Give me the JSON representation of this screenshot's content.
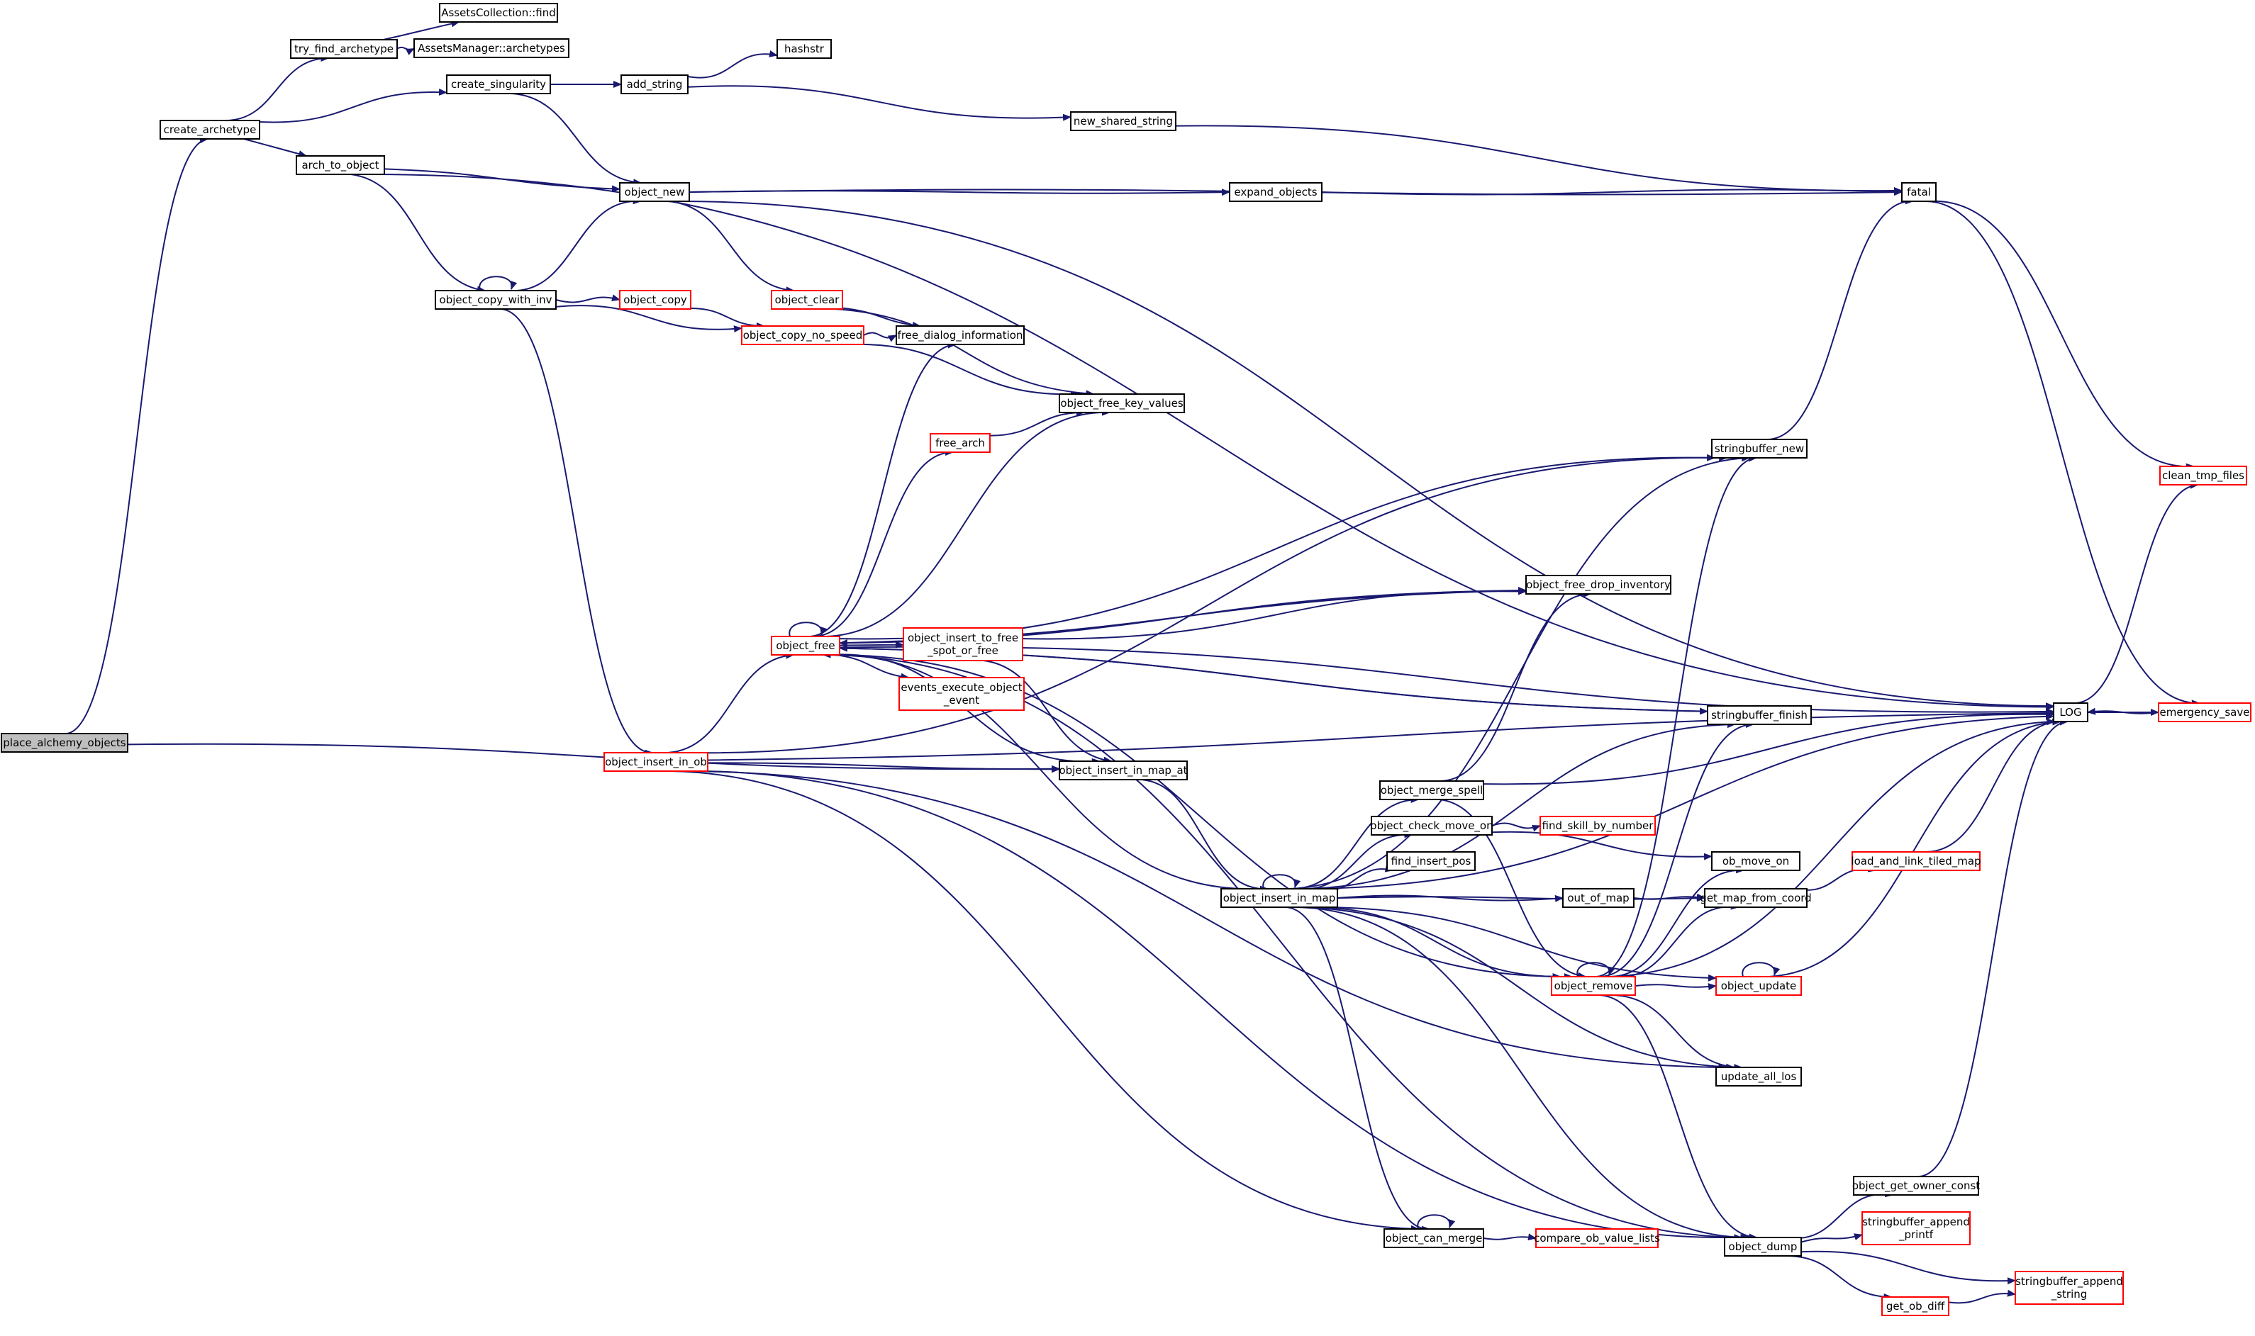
{
  "diagram": {
    "edge_color": "#191970",
    "focus_fill": "#bfbfbf",
    "link_border": "#ff0000",
    "nodes": [
      {
        "id": "place_alchemy_objects",
        "lines": [
          "place_alchemy_objects"
        ],
        "focus": true
      },
      {
        "id": "create_archetype",
        "lines": [
          "create_archetype"
        ]
      },
      {
        "id": "try_find_archetype",
        "lines": [
          "try_find_archetype"
        ]
      },
      {
        "id": "AssetsCollection_find",
        "lines": [
          "AssetsCollection::find"
        ]
      },
      {
        "id": "AssetsManager_archetypes",
        "lines": [
          "AssetsManager::archetypes"
        ]
      },
      {
        "id": "create_singularity",
        "lines": [
          "create_singularity"
        ]
      },
      {
        "id": "add_string",
        "lines": [
          "add_string"
        ]
      },
      {
        "id": "hashstr",
        "lines": [
          "hashstr"
        ]
      },
      {
        "id": "new_shared_string",
        "lines": [
          "new_shared_string"
        ]
      },
      {
        "id": "arch_to_object",
        "lines": [
          "arch_to_object"
        ]
      },
      {
        "id": "object_new",
        "lines": [
          "object_new"
        ]
      },
      {
        "id": "expand_objects",
        "lines": [
          "expand_objects"
        ]
      },
      {
        "id": "fatal",
        "lines": [
          "fatal"
        ]
      },
      {
        "id": "object_copy_with_inv",
        "lines": [
          "object_copy_with_inv"
        ]
      },
      {
        "id": "object_copy",
        "lines": [
          "object_copy"
        ],
        "red": true
      },
      {
        "id": "object_clear",
        "lines": [
          "object_clear"
        ],
        "red": true
      },
      {
        "id": "object_copy_no_speed",
        "lines": [
          "object_copy_no_speed"
        ],
        "red": true
      },
      {
        "id": "free_dialog_information",
        "lines": [
          "free_dialog_information"
        ]
      },
      {
        "id": "object_free_key_values",
        "lines": [
          "object_free_key_values"
        ]
      },
      {
        "id": "free_arch",
        "lines": [
          "free_arch"
        ],
        "red": true
      },
      {
        "id": "stringbuffer_new",
        "lines": [
          "stringbuffer_new"
        ]
      },
      {
        "id": "clean_tmp_files",
        "lines": [
          "clean_tmp_files"
        ],
        "red": true
      },
      {
        "id": "object_free_drop_inventory",
        "lines": [
          "object_free_drop_inventory"
        ]
      },
      {
        "id": "object_free",
        "lines": [
          "object_free"
        ],
        "red": true
      },
      {
        "id": "object_insert_to_free_spot_or_free",
        "lines": [
          "object_insert_to_free",
          "_spot_or_free"
        ],
        "red": true
      },
      {
        "id": "events_execute_object_event",
        "lines": [
          "events_execute_object",
          "_event"
        ],
        "red": true
      },
      {
        "id": "stringbuffer_finish",
        "lines": [
          "stringbuffer_finish"
        ]
      },
      {
        "id": "LOG",
        "lines": [
          "LOG"
        ]
      },
      {
        "id": "emergency_save",
        "lines": [
          "emergency_save"
        ],
        "red": true
      },
      {
        "id": "object_insert_in_ob",
        "lines": [
          "object_insert_in_ob"
        ],
        "red": true
      },
      {
        "id": "object_insert_in_map_at",
        "lines": [
          "object_insert_in_map_at"
        ]
      },
      {
        "id": "object_merge_spell",
        "lines": [
          "object_merge_spell"
        ]
      },
      {
        "id": "object_check_move_on",
        "lines": [
          "object_check_move_on"
        ]
      },
      {
        "id": "find_skill_by_number",
        "lines": [
          "find_skill_by_number"
        ],
        "red": true
      },
      {
        "id": "find_insert_pos",
        "lines": [
          "find_insert_pos"
        ]
      },
      {
        "id": "ob_move_on",
        "lines": [
          "ob_move_on"
        ]
      },
      {
        "id": "load_and_link_tiled_map",
        "lines": [
          "load_and_link_tiled_map"
        ],
        "red": true
      },
      {
        "id": "object_insert_in_map",
        "lines": [
          "object_insert_in_map"
        ]
      },
      {
        "id": "out_of_map",
        "lines": [
          "out_of_map"
        ]
      },
      {
        "id": "get_map_from_coord",
        "lines": [
          "get_map_from_coord"
        ]
      },
      {
        "id": "object_remove",
        "lines": [
          "object_remove"
        ],
        "red": true
      },
      {
        "id": "object_update",
        "lines": [
          "object_update"
        ],
        "red": true
      },
      {
        "id": "update_all_los",
        "lines": [
          "update_all_los"
        ]
      },
      {
        "id": "object_get_owner_const",
        "lines": [
          "object_get_owner_const"
        ]
      },
      {
        "id": "stringbuffer_append_printf",
        "lines": [
          "stringbuffer_append",
          "_printf"
        ],
        "red": true
      },
      {
        "id": "object_can_merge",
        "lines": [
          "object_can_merge"
        ]
      },
      {
        "id": "compare_ob_value_lists",
        "lines": [
          "compare_ob_value_lists"
        ],
        "red": true
      },
      {
        "id": "object_dump",
        "lines": [
          "object_dump"
        ]
      },
      {
        "id": "stringbuffer_append_string",
        "lines": [
          "stringbuffer_append",
          "_string"
        ],
        "red": true
      },
      {
        "id": "get_ob_diff",
        "lines": [
          "get_ob_diff"
        ],
        "red": true
      }
    ],
    "edges": [
      [
        "place_alchemy_objects",
        "create_archetype"
      ],
      [
        "place_alchemy_objects",
        "object_insert_in_map_at"
      ],
      [
        "create_archetype",
        "try_find_archetype"
      ],
      [
        "create_archetype",
        "create_singularity"
      ],
      [
        "create_archetype",
        "arch_to_object"
      ],
      [
        "try_find_archetype",
        "AssetsCollection_find"
      ],
      [
        "try_find_archetype",
        "AssetsManager_archetypes"
      ],
      [
        "create_singularity",
        "add_string"
      ],
      [
        "create_singularity",
        "object_new"
      ],
      [
        "add_string",
        "hashstr"
      ],
      [
        "add_string",
        "new_shared_string"
      ],
      [
        "new_shared_string",
        "fatal"
      ],
      [
        "arch_to_object",
        "LOG"
      ],
      [
        "arch_to_object",
        "object_new"
      ],
      [
        "arch_to_object",
        "object_copy_with_inv"
      ],
      [
        "object_new",
        "fatal"
      ],
      [
        "object_new",
        "expand_objects"
      ],
      [
        "object_new",
        "LOG"
      ],
      [
        "object_new",
        "object_clear"
      ],
      [
        "expand_objects",
        "fatal"
      ],
      [
        "fatal",
        "clean_tmp_files"
      ],
      [
        "fatal",
        "emergency_save"
      ],
      [
        "object_copy_with_inv",
        "object_copy_with_inv"
      ],
      [
        "object_copy_with_inv",
        "object_new"
      ],
      [
        "object_copy_with_inv",
        "object_copy"
      ],
      [
        "object_copy_with_inv",
        "object_copy_no_speed"
      ],
      [
        "object_copy_with_inv",
        "object_insert_in_ob"
      ],
      [
        "object_copy",
        "object_copy_no_speed"
      ],
      [
        "object_clear",
        "free_dialog_information"
      ],
      [
        "object_clear",
        "object_free_key_values"
      ],
      [
        "object_copy_no_speed",
        "free_dialog_information"
      ],
      [
        "object_copy_no_speed",
        "object_free_key_values"
      ],
      [
        "free_arch",
        "object_free_key_values"
      ],
      [
        "stringbuffer_new",
        "fatal"
      ],
      [
        "object_free_drop_inventory",
        "object_free"
      ],
      [
        "object_free",
        "object_free"
      ],
      [
        "object_free",
        "free_dialog_information"
      ],
      [
        "object_free",
        "free_arch"
      ],
      [
        "object_free",
        "object_free_key_values"
      ],
      [
        "object_free",
        "stringbuffer_new"
      ],
      [
        "object_free",
        "LOG"
      ],
      [
        "object_free",
        "object_free_drop_inventory"
      ],
      [
        "object_free",
        "object_insert_to_free_spot_or_free"
      ],
      [
        "object_free",
        "events_execute_object_event"
      ],
      [
        "object_free",
        "stringbuffer_finish"
      ],
      [
        "object_free",
        "object_insert_in_map_at"
      ],
      [
        "object_free",
        "object_remove"
      ],
      [
        "object_free",
        "object_dump"
      ],
      [
        "object_insert_to_free_spot_or_free",
        "object_free_drop_inventory"
      ],
      [
        "object_insert_to_free_spot_or_free",
        "object_insert_in_map_at"
      ],
      [
        "stringbuffer_finish",
        "object_free"
      ],
      [
        "LOG",
        "clean_tmp_files"
      ],
      [
        "LOG",
        "emergency_save"
      ],
      [
        "emergency_save",
        "LOG"
      ],
      [
        "object_insert_in_ob",
        "stringbuffer_new"
      ],
      [
        "object_insert_in_ob",
        "LOG"
      ],
      [
        "object_insert_in_ob",
        "object_free"
      ],
      [
        "object_insert_in_ob",
        "object_insert_in_map_at"
      ],
      [
        "object_insert_in_ob",
        "update_all_los"
      ],
      [
        "object_insert_in_ob",
        "object_can_merge"
      ],
      [
        "object_insert_in_ob",
        "object_dump"
      ],
      [
        "object_insert_in_map_at",
        "object_insert_in_map"
      ],
      [
        "object_merge_spell",
        "object_free_drop_inventory"
      ],
      [
        "object_merge_spell",
        "LOG"
      ],
      [
        "object_merge_spell",
        "object_remove"
      ],
      [
        "object_check_move_on",
        "find_skill_by_number"
      ],
      [
        "object_check_move_on",
        "ob_move_on"
      ],
      [
        "load_and_link_tiled_map",
        "LOG"
      ],
      [
        "object_insert_in_map",
        "object_insert_in_map"
      ],
      [
        "object_insert_in_map",
        "object_free"
      ],
      [
        "object_insert_in_map",
        "stringbuffer_new"
      ],
      [
        "object_insert_in_map",
        "stringbuffer_finish"
      ],
      [
        "object_insert_in_map",
        "object_merge_spell"
      ],
      [
        "object_insert_in_map",
        "object_check_move_on"
      ],
      [
        "object_insert_in_map",
        "find_insert_pos"
      ],
      [
        "object_insert_in_map",
        "out_of_map"
      ],
      [
        "object_insert_in_map",
        "get_map_from_coord"
      ],
      [
        "object_insert_in_map",
        "object_remove"
      ],
      [
        "object_insert_in_map",
        "object_update"
      ],
      [
        "object_insert_in_map",
        "update_all_los"
      ],
      [
        "object_insert_in_map",
        "LOG"
      ],
      [
        "object_insert_in_map",
        "object_can_merge"
      ],
      [
        "object_insert_in_map",
        "object_dump"
      ],
      [
        "out_of_map",
        "get_map_from_coord"
      ],
      [
        "get_map_from_coord",
        "load_and_link_tiled_map"
      ],
      [
        "object_remove",
        "object_remove"
      ],
      [
        "object_remove",
        "stringbuffer_new"
      ],
      [
        "object_remove",
        "stringbuffer_finish"
      ],
      [
        "object_remove",
        "ob_move_on"
      ],
      [
        "object_remove",
        "get_map_from_coord"
      ],
      [
        "object_remove",
        "LOG"
      ],
      [
        "object_remove",
        "object_update"
      ],
      [
        "object_remove",
        "update_all_los"
      ],
      [
        "object_remove",
        "object_dump"
      ],
      [
        "object_update",
        "object_update"
      ],
      [
        "object_update",
        "LOG"
      ],
      [
        "object_get_owner_const",
        "LOG"
      ],
      [
        "object_can_merge",
        "object_can_merge"
      ],
      [
        "object_can_merge",
        "compare_ob_value_lists"
      ],
      [
        "object_dump",
        "object_get_owner_const"
      ],
      [
        "object_dump",
        "stringbuffer_append_printf"
      ],
      [
        "object_dump",
        "stringbuffer_append_string"
      ],
      [
        "object_dump",
        "get_ob_diff"
      ],
      [
        "get_ob_diff",
        "stringbuffer_append_string"
      ]
    ]
  }
}
